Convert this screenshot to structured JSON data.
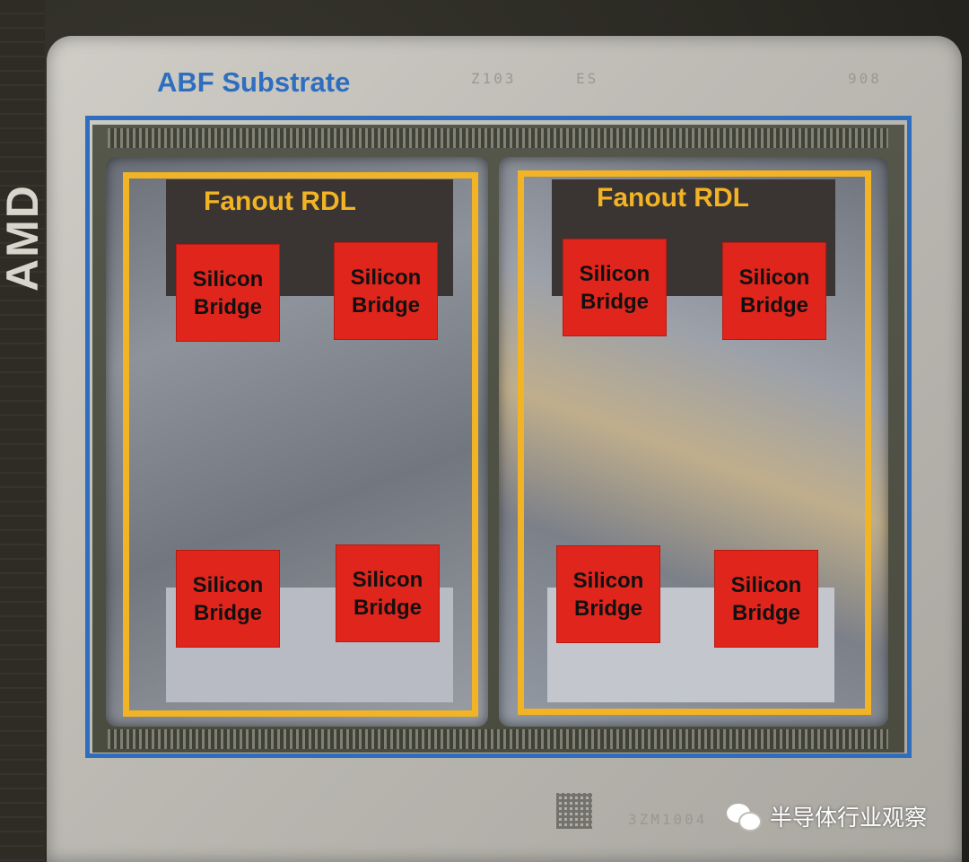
{
  "labels": {
    "substrate": "ABF Substrate",
    "rdl_left": "Fanout RDL",
    "rdl_right": "Fanout RDL"
  },
  "bridges": [
    {
      "line1": "Silicon",
      "line2": "Bridge"
    },
    {
      "line1": "Silicon",
      "line2": "Bridge"
    },
    {
      "line1": "Silicon",
      "line2": "Bridge"
    },
    {
      "line1": "Silicon",
      "line2": "Bridge"
    },
    {
      "line1": "Silicon",
      "line2": "Bridge"
    },
    {
      "line1": "Silicon",
      "line2": "Bridge"
    },
    {
      "line1": "Silicon",
      "line2": "Bridge"
    },
    {
      "line1": "Silicon",
      "line2": "Bridge"
    }
  ],
  "lid_marks": {
    "a": "Z103",
    "b": "ES",
    "c": "908",
    "d": "3ZM1004"
  },
  "logo": "AMD",
  "watermark": "半导体行业观察",
  "colors": {
    "substrate_outline": "#2f6ebf",
    "rdl_outline": "#f2b324",
    "bridge_fill": "#e0251c"
  }
}
